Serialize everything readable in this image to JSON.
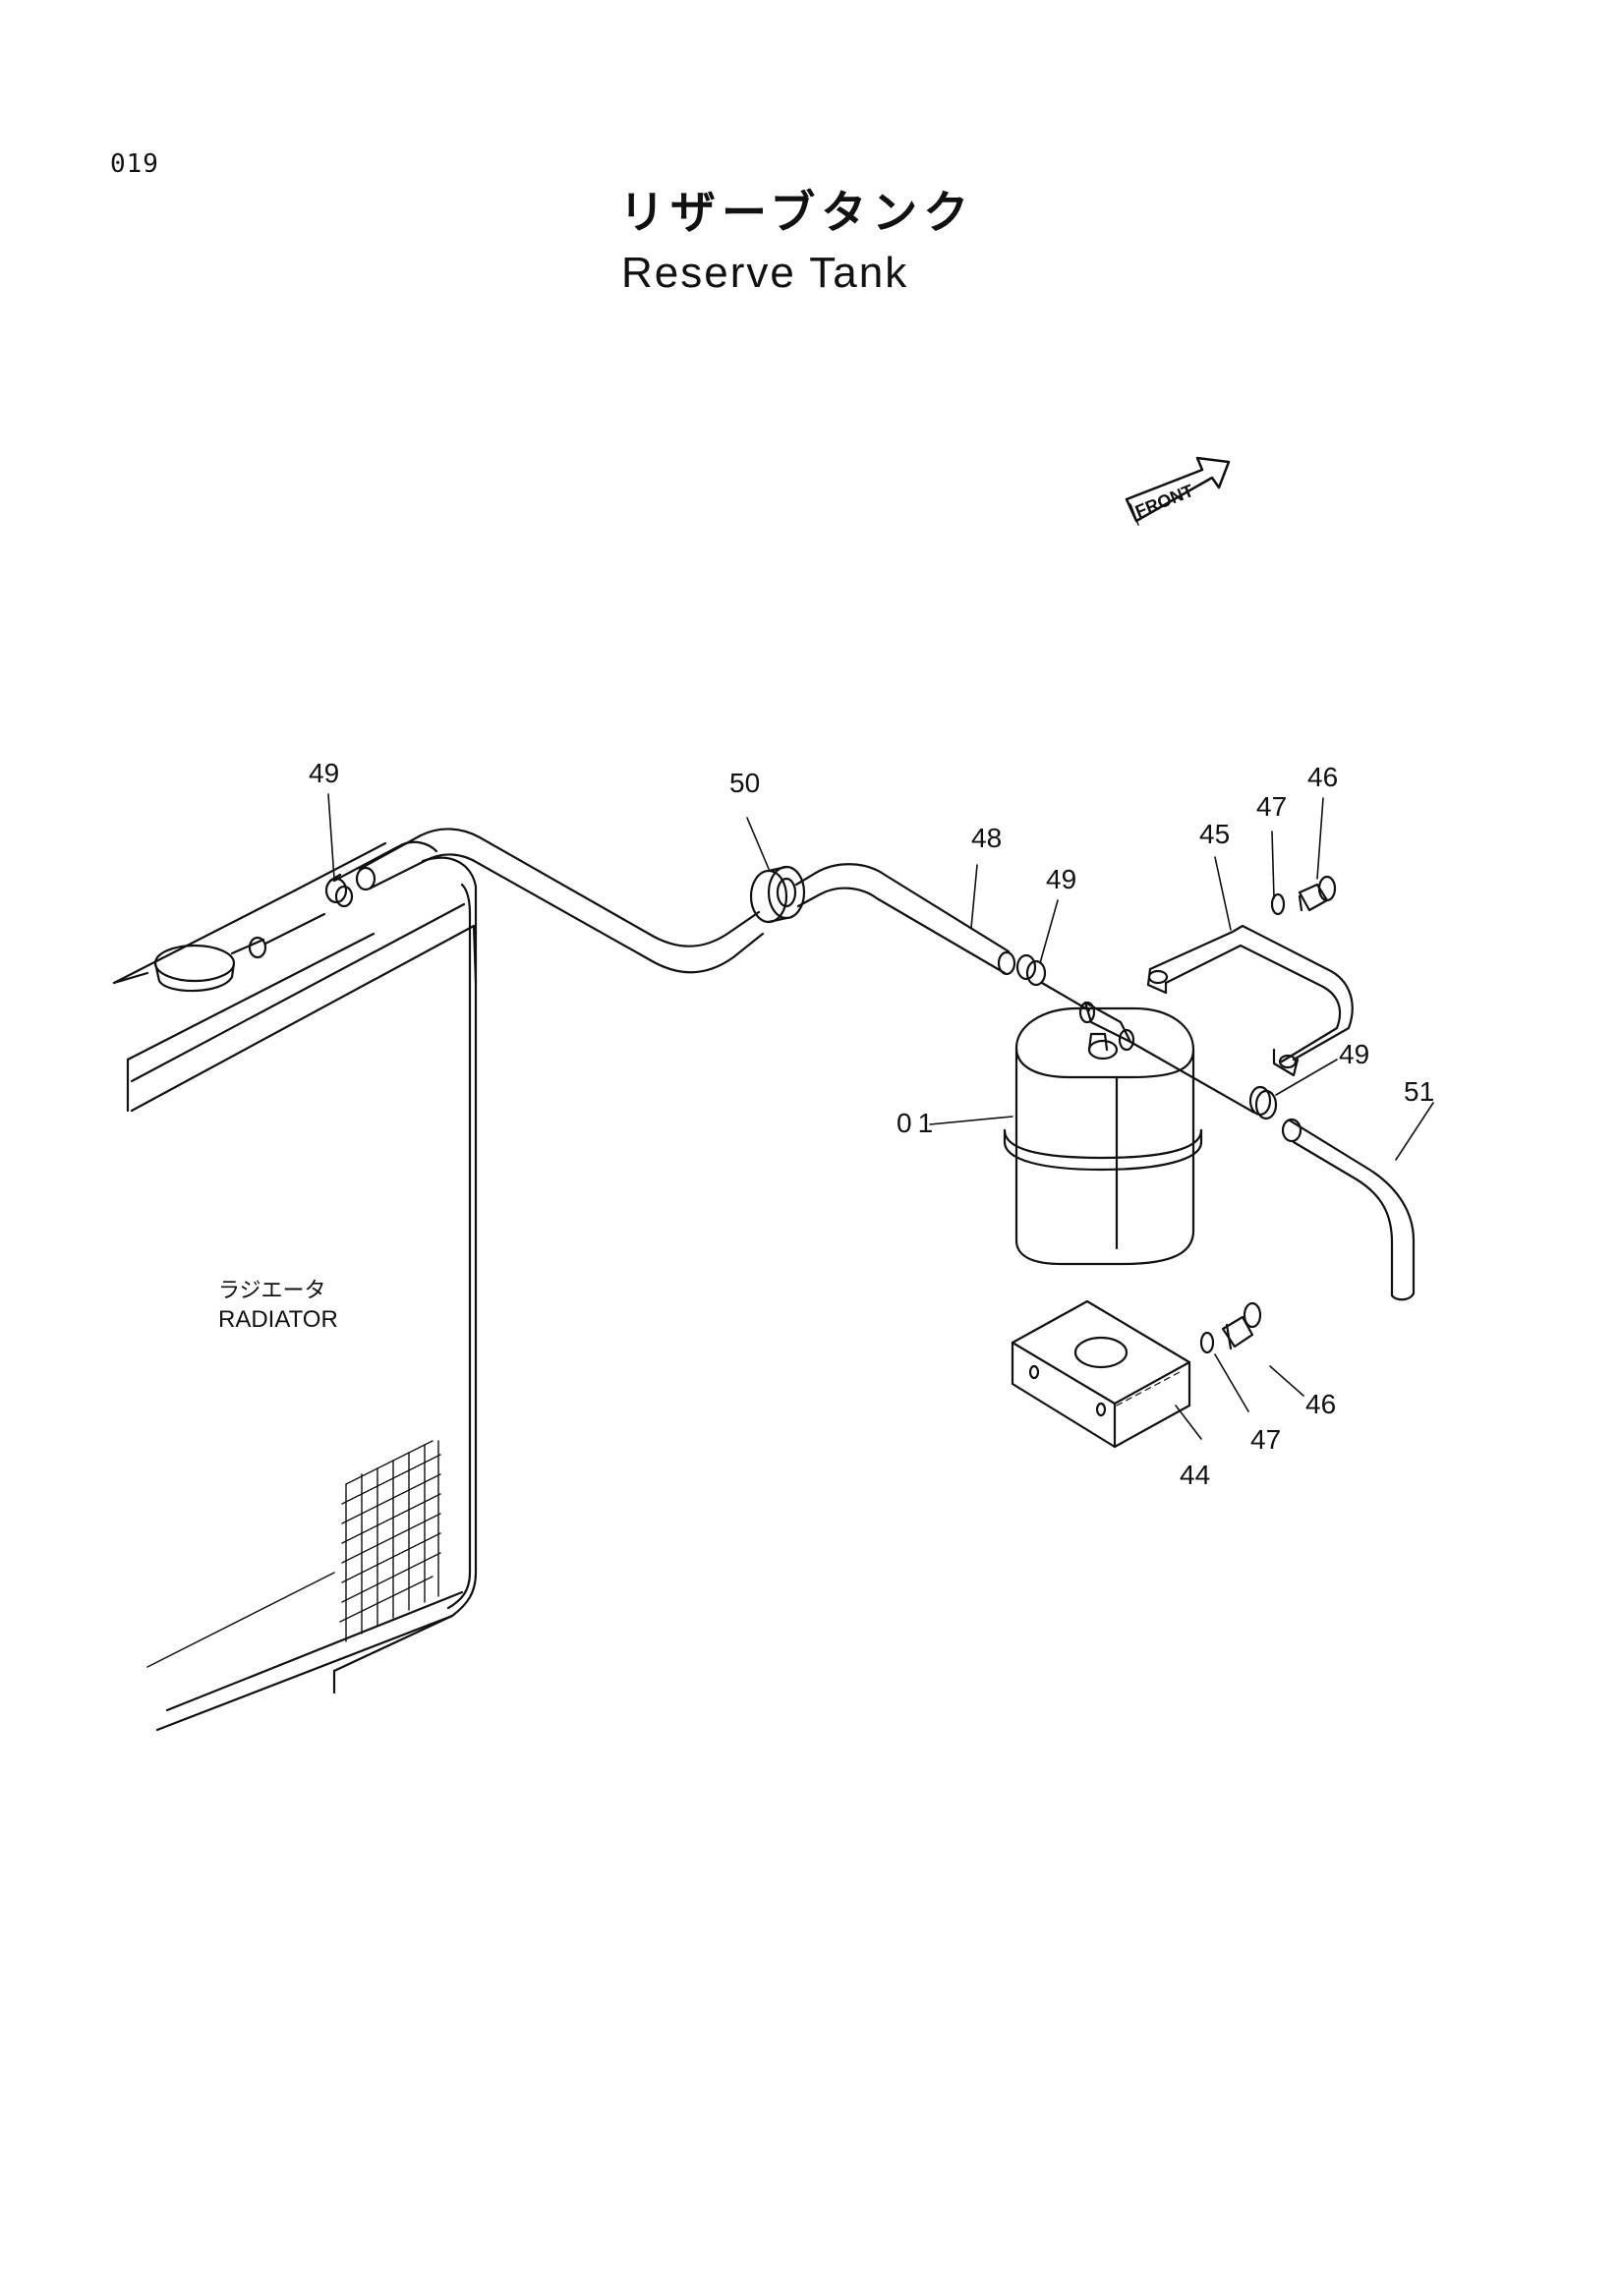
{
  "page_number": "019",
  "title": {
    "japanese": "リザーブタンク",
    "english": "Reserve Tank"
  },
  "front_indicator": "FRONT",
  "radiator_label": {
    "japanese": "ラジエータ",
    "english": "RADIATOR"
  },
  "callouts": {
    "c49a": "49",
    "c50": "50",
    "c48": "48",
    "c49b": "49",
    "c47a": "47",
    "c46a": "46",
    "c45": "45",
    "c49c": "49",
    "c51": "51",
    "c01": "01",
    "c46b": "46",
    "c47b": "47",
    "c44": "44"
  }
}
